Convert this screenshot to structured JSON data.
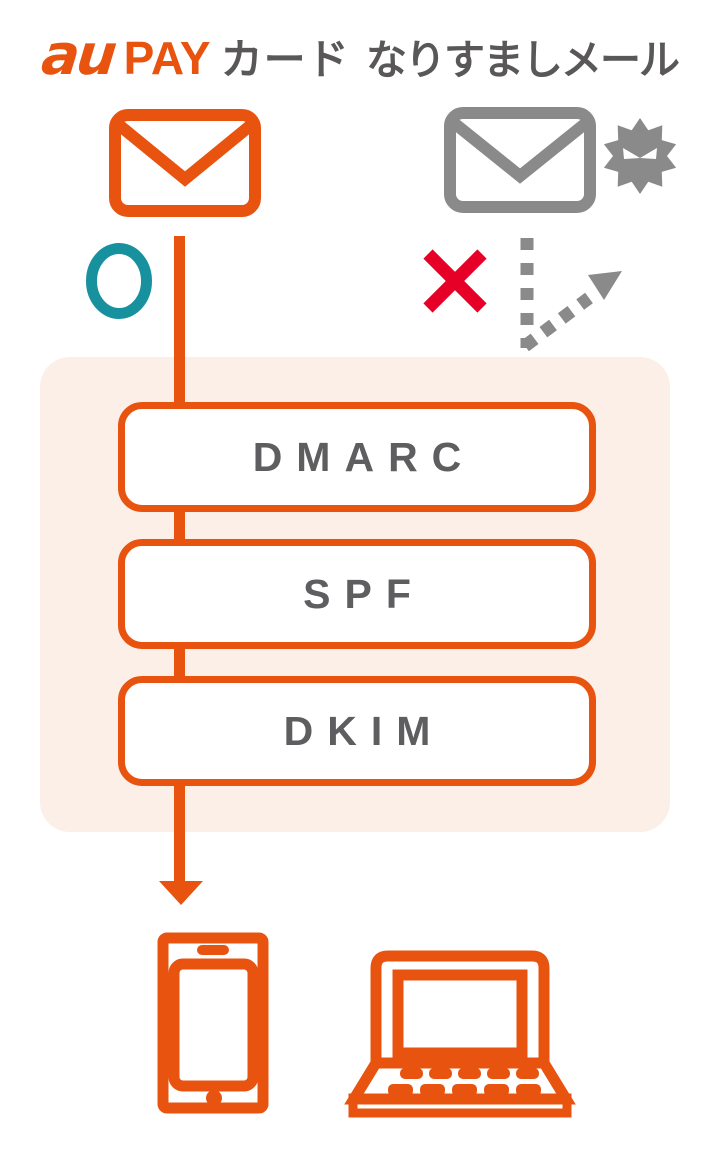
{
  "brand": {
    "au": "au",
    "pay": "PAY",
    "card": "カード"
  },
  "header": {
    "spoof_label": "なりすましメール"
  },
  "auth_boxes": [
    {
      "label": "DMARC"
    },
    {
      "label": "SPF"
    },
    {
      "label": "DKIM"
    }
  ],
  "flow": {
    "legit_source_icon": "mail-icon",
    "spoof_source_icon": "mail-virus-icon",
    "pass_mark_icon": "circle-pass-icon",
    "fail_mark_icon": "cross-fail-icon",
    "spoof_path_icon": "dotted-deflect-arrow-icon",
    "delivery_icons": [
      "smartphone-icon",
      "laptop-icon"
    ]
  },
  "colors": {
    "orange": "#E8540F",
    "gray_icon": "#8A8A8A",
    "text_dark": "#595757",
    "box_label": "#5E5E60",
    "teal": "#18919E",
    "red": "#E60027",
    "panel_bg": "#FBEFE7",
    "white": "#FFFFFF"
  }
}
